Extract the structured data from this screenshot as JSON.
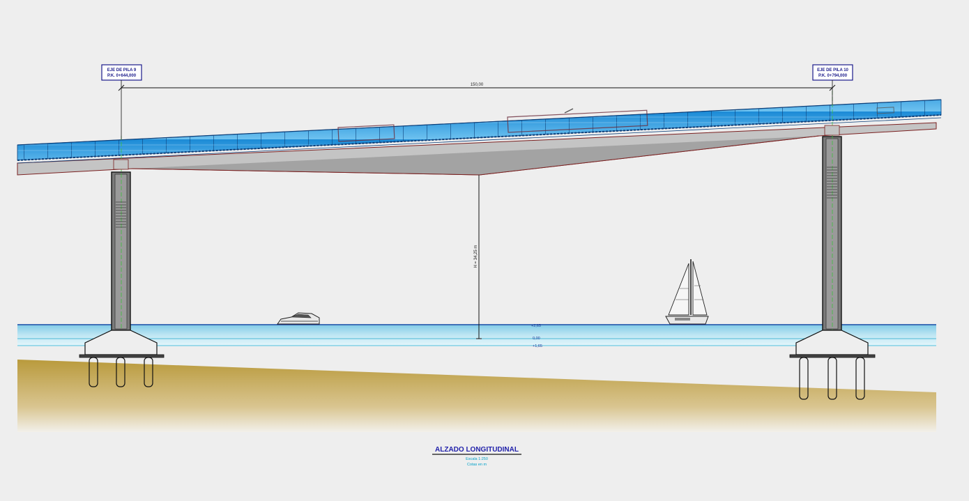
{
  "drawing": {
    "title": "ALZADO LONGITUDINAL",
    "scale": "Escala 1:250",
    "units_note": "Cotas en m"
  },
  "piers": [
    {
      "name": "EJE DE PILA 9",
      "pk": "P.K. 0+644,000"
    },
    {
      "name": "EJE DE PILA 10",
      "pk": "P.K. 0+794,000"
    }
  ],
  "dimensions": {
    "span": "150,00",
    "clearance": "H = 34,25 m"
  },
  "water_levels": {
    "upper": "+2,65",
    "zero": "0,00",
    "lower": "+1,65"
  },
  "colors": {
    "railing": "#2a9be0",
    "deck": "#c4c4c4",
    "water": "#9fd8ec",
    "ground": "#c8a94a",
    "ink": "#1a1a8a"
  }
}
